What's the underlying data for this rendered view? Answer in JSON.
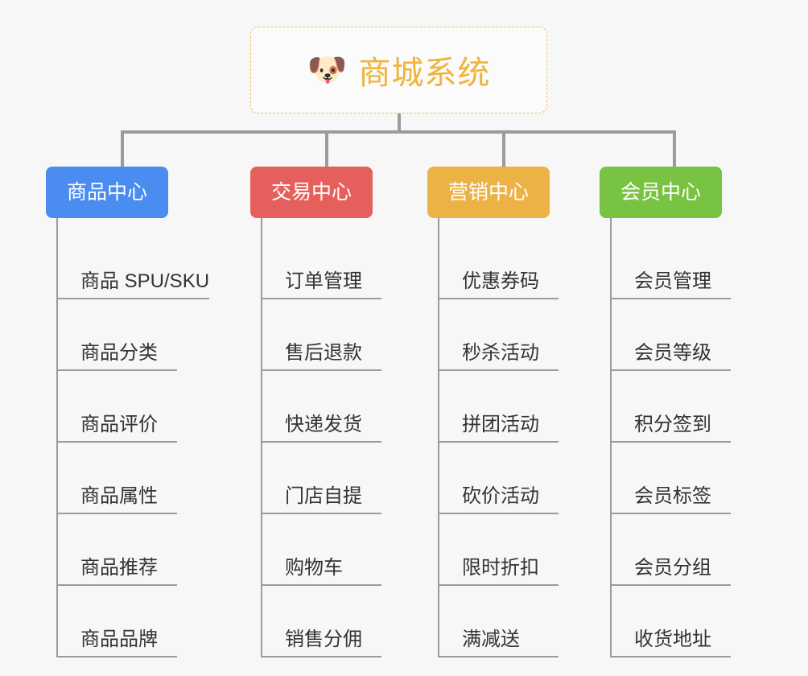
{
  "canvas": {
    "background": "#f7f7f7",
    "connector_color": "#9b9b9b"
  },
  "root": {
    "icon": "dog-face-emoji",
    "icon_glyph": "🐶",
    "title": "商城系统",
    "title_color": "#f0b33c",
    "border_color": "#e8c172"
  },
  "branches": [
    {
      "id": "product-center",
      "label": "商品中心",
      "color": "#4a8cf0",
      "items": [
        "商品 SPU/SKU",
        "商品分类",
        "商品评价",
        "商品属性",
        "商品推荐",
        "商品品牌"
      ]
    },
    {
      "id": "trade-center",
      "label": "交易中心",
      "color": "#e5605c",
      "items": [
        "订单管理",
        "售后退款",
        "快递发货",
        "门店自提",
        "购物车",
        "销售分佣"
      ]
    },
    {
      "id": "marketing-center",
      "label": "营销中心",
      "color": "#edb245",
      "items": [
        "优惠券码",
        "秒杀活动",
        "拼团活动",
        "砍价活动",
        "限时折扣",
        "满减送"
      ]
    },
    {
      "id": "member-center",
      "label": "会员中心",
      "color": "#78c342",
      "items": [
        "会员管理",
        "会员等级",
        "积分签到",
        "会员标签",
        "会员分组",
        "收货地址"
      ]
    }
  ]
}
